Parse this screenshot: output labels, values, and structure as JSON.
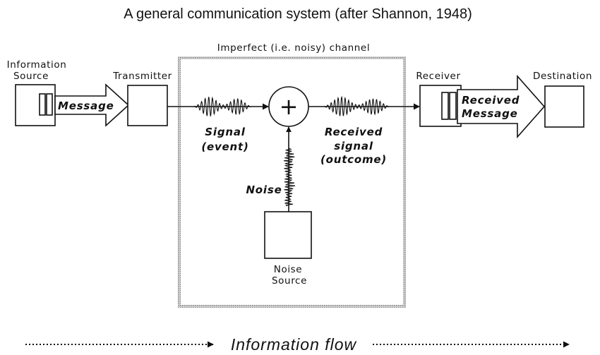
{
  "title": "A general communication system (after Shannon, 1948)",
  "channel_label": "Imperfect (i.e. noisy) channel",
  "info_source": {
    "line1": "Information",
    "line2": "Source"
  },
  "transmitter": "Transmitter",
  "message": "Message",
  "signal": {
    "line1": "Signal",
    "line2": "(event)"
  },
  "plus": "+",
  "received_signal": {
    "line1": "Received",
    "line2": "signal",
    "line3": "(outcome)"
  },
  "noise": "Noise",
  "noise_source": {
    "line1": "Noise",
    "line2": "Source"
  },
  "receiver": "Receiver",
  "received_message": {
    "line1": "Received",
    "line2": "Message"
  },
  "destination": "Destination",
  "information_flow": "Information flow",
  "colors": {
    "ink": "#111111",
    "channel_border": "#999999"
  }
}
